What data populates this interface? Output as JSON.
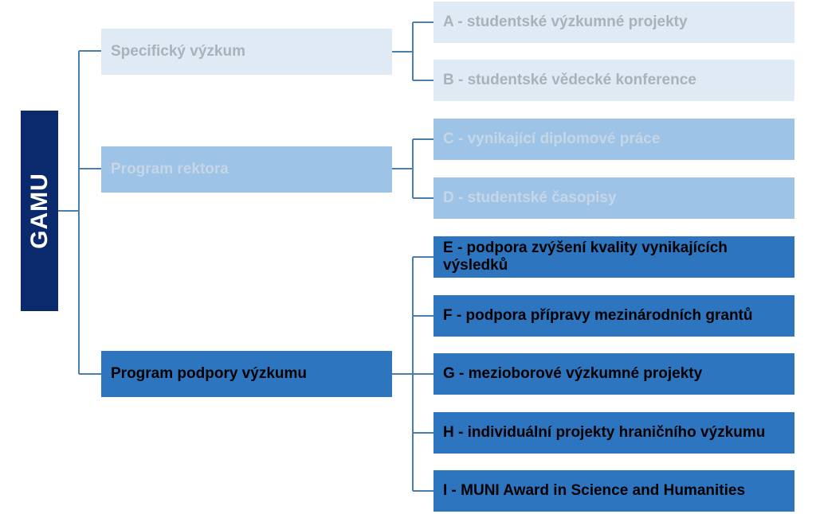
{
  "root": {
    "label": "GAMU"
  },
  "programs": [
    {
      "label": "Specifický výzkum",
      "children": [
        "A - studentské výzkumné projekty",
        "B - studentské vědecké konference"
      ]
    },
    {
      "label": "Program rektora",
      "children": [
        "C - vynikající diplomové práce",
        "D - studentské časopisy"
      ]
    },
    {
      "label": "Program podpory výzkumu",
      "children": [
        "E - podpora zvýšení kvality vynikajících výsledků",
        "F - podpora přípravy mezinárodních grantů",
        "G - mezioborové výzkumné projekty",
        "H - individuální projekty hraničního výzkumu",
        "I - MUNI Award in Science and Humanities"
      ]
    }
  ],
  "colors": {
    "root_fill": "#0b2a6e",
    "connector": "#4a7fb0",
    "specificky_fill": "#dfeaf5",
    "specificky_text": "#a9b2bb",
    "rektora_fill": "#9dc3e6",
    "rektora_text": "#c6d6e6",
    "podpory_fill": "#2e75c0",
    "podpory_text": "#000000"
  }
}
